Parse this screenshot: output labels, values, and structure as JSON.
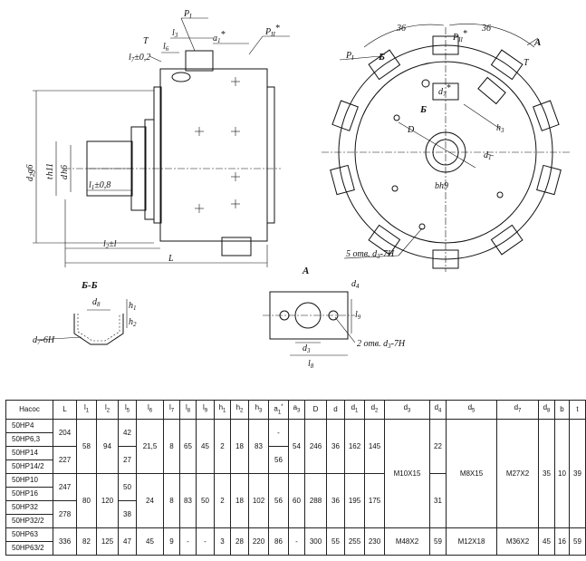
{
  "drawing": {
    "side_labels": {
      "P1": "P",
      "P1_sub": "I",
      "l3": "l",
      "l3_sub": "3",
      "a1": "a",
      "a1_sub": "1",
      "a1_mark": "*",
      "PII": "P",
      "PII_sub": "II",
      "PII_mark": "*",
      "T": "T",
      "l6": "l",
      "l6_sub": "6",
      "l7": "l",
      "l7_sub": "7",
      "l7_tol": "±0,2",
      "d2": "d",
      "d2_sub": "2",
      "d2_tol": "g6",
      "t": "t",
      "t_tol": "h11",
      "d": "d",
      "d_tol": "h6",
      "l1": "l",
      "l1_sub": "1",
      "l1_tol": "±0,8",
      "l2": "l",
      "l2_sub": "2",
      "l2_tol": "±l",
      "L": "L"
    },
    "front_labels": {
      "dim36a": "36",
      "dim36b": "36",
      "PII": "P",
      "PII_sub": "II",
      "PII_mark": "*",
      "A": "A",
      "P1": "P",
      "P1_sub": "I",
      "B1": "Б",
      "T": "T",
      "d7": "d",
      "d7_sub": "7",
      "d7_mark": "*",
      "B2": "Б",
      "D": "D",
      "h3": "h",
      "h3_sub": "3",
      "d1": "d",
      "d1_sub": "1",
      "b": "bh9",
      "holes": "5 отв. d",
      "holes_sub": "3",
      "holes_tol": "-7H"
    },
    "section_bb": {
      "title": "Б-Б",
      "d8": "d",
      "d8_sub": "8",
      "h1": "h",
      "h1_sub": "1",
      "h2": "h",
      "h2_sub": "2",
      "d7": "d",
      "d7_sub": "7",
      "d7_tol": "-6H"
    },
    "view_a": {
      "title": "A",
      "d4": "d",
      "d4_sub": "4",
      "l9": "l",
      "l9_sub": "9",
      "d3": "d",
      "d3_sub": "3",
      "holes": "2 отв. d",
      "holes_sub": "3",
      "holes_tol": "-7H",
      "l8": "l",
      "l8_sub": "8"
    }
  },
  "table": {
    "headers": [
      {
        "t": "Насос",
        "s": ""
      },
      {
        "t": "L",
        "s": ""
      },
      {
        "t": "l",
        "s": "1"
      },
      {
        "t": "l",
        "s": "2"
      },
      {
        "t": "l",
        "s": "5"
      },
      {
        "t": "l",
        "s": "6"
      },
      {
        "t": "l",
        "s": "7"
      },
      {
        "t": "l",
        "s": "8"
      },
      {
        "t": "l",
        "s": "9"
      },
      {
        "t": "h",
        "s": "1"
      },
      {
        "t": "h",
        "s": "2"
      },
      {
        "t": "h",
        "s": "3"
      },
      {
        "t": "a",
        "s": "1",
        "m": "*"
      },
      {
        "t": "a",
        "s": "3"
      },
      {
        "t": "D",
        "s": ""
      },
      {
        "t": "d",
        "s": ""
      },
      {
        "t": "d",
        "s": "1"
      },
      {
        "t": "d",
        "s": "2"
      },
      {
        "t": "d",
        "s": "3"
      },
      {
        "t": "d",
        "s": "4"
      },
      {
        "t": "d",
        "s": "5"
      },
      {
        "t": "d",
        "s": "7"
      },
      {
        "t": "d",
        "s": "8"
      },
      {
        "t": "b",
        "s": ""
      },
      {
        "t": "t",
        "s": ""
      }
    ],
    "models": [
      "50НР4",
      "50НР6,3",
      "50НР14",
      "50НР14/2",
      "50НР10",
      "50НР16",
      "50НР32",
      "50НР32/2",
      "50НР63",
      "50НР63/2"
    ],
    "g1": {
      "L_a": "204",
      "L_b": "227",
      "l1": "58",
      "l2": "94",
      "l5_a": "42",
      "l5_b": "27",
      "l6": "21,5",
      "l7": "8",
      "l8": "65",
      "l9": "45",
      "h1": "2",
      "h2": "18",
      "h3": "83",
      "a1_a": "-",
      "a1_b": "56",
      "a3": "54",
      "D": "246",
      "d": "36",
      "d1": "162",
      "d2": "145",
      "d4": "22"
    },
    "g2": {
      "L_a": "247",
      "L_b": "278",
      "l1": "80",
      "l2": "120",
      "l5_a": "50",
      "l5_b": "38",
      "l6": "24",
      "l7": "8",
      "l8": "83",
      "l9": "50",
      "h1": "2",
      "h2": "18",
      "h3": "102",
      "a1": "56",
      "a3": "60",
      "D": "288",
      "d": "36",
      "d1": "195",
      "d2": "175",
      "d4": "31"
    },
    "g12": {
      "d3": "M10X15",
      "d5": "M8X15",
      "d7": "M27X2",
      "d8": "35",
      "b": "10",
      "t": "39"
    },
    "g3": {
      "L": "336",
      "l1": "82",
      "l2": "125",
      "l5": "47",
      "l6": "45",
      "l7": "9",
      "l8": "-",
      "l9": "-",
      "h1": "3",
      "h2": "28",
      "h3": "220",
      "a1": "86",
      "a3": "-",
      "D": "300",
      "d": "55",
      "d1": "255",
      "d2": "230",
      "d3": "M48X2",
      "d4": "59",
      "d5": "M12X18",
      "d7": "M36X2",
      "d8": "45",
      "b": "16",
      "t": "59"
    }
  }
}
